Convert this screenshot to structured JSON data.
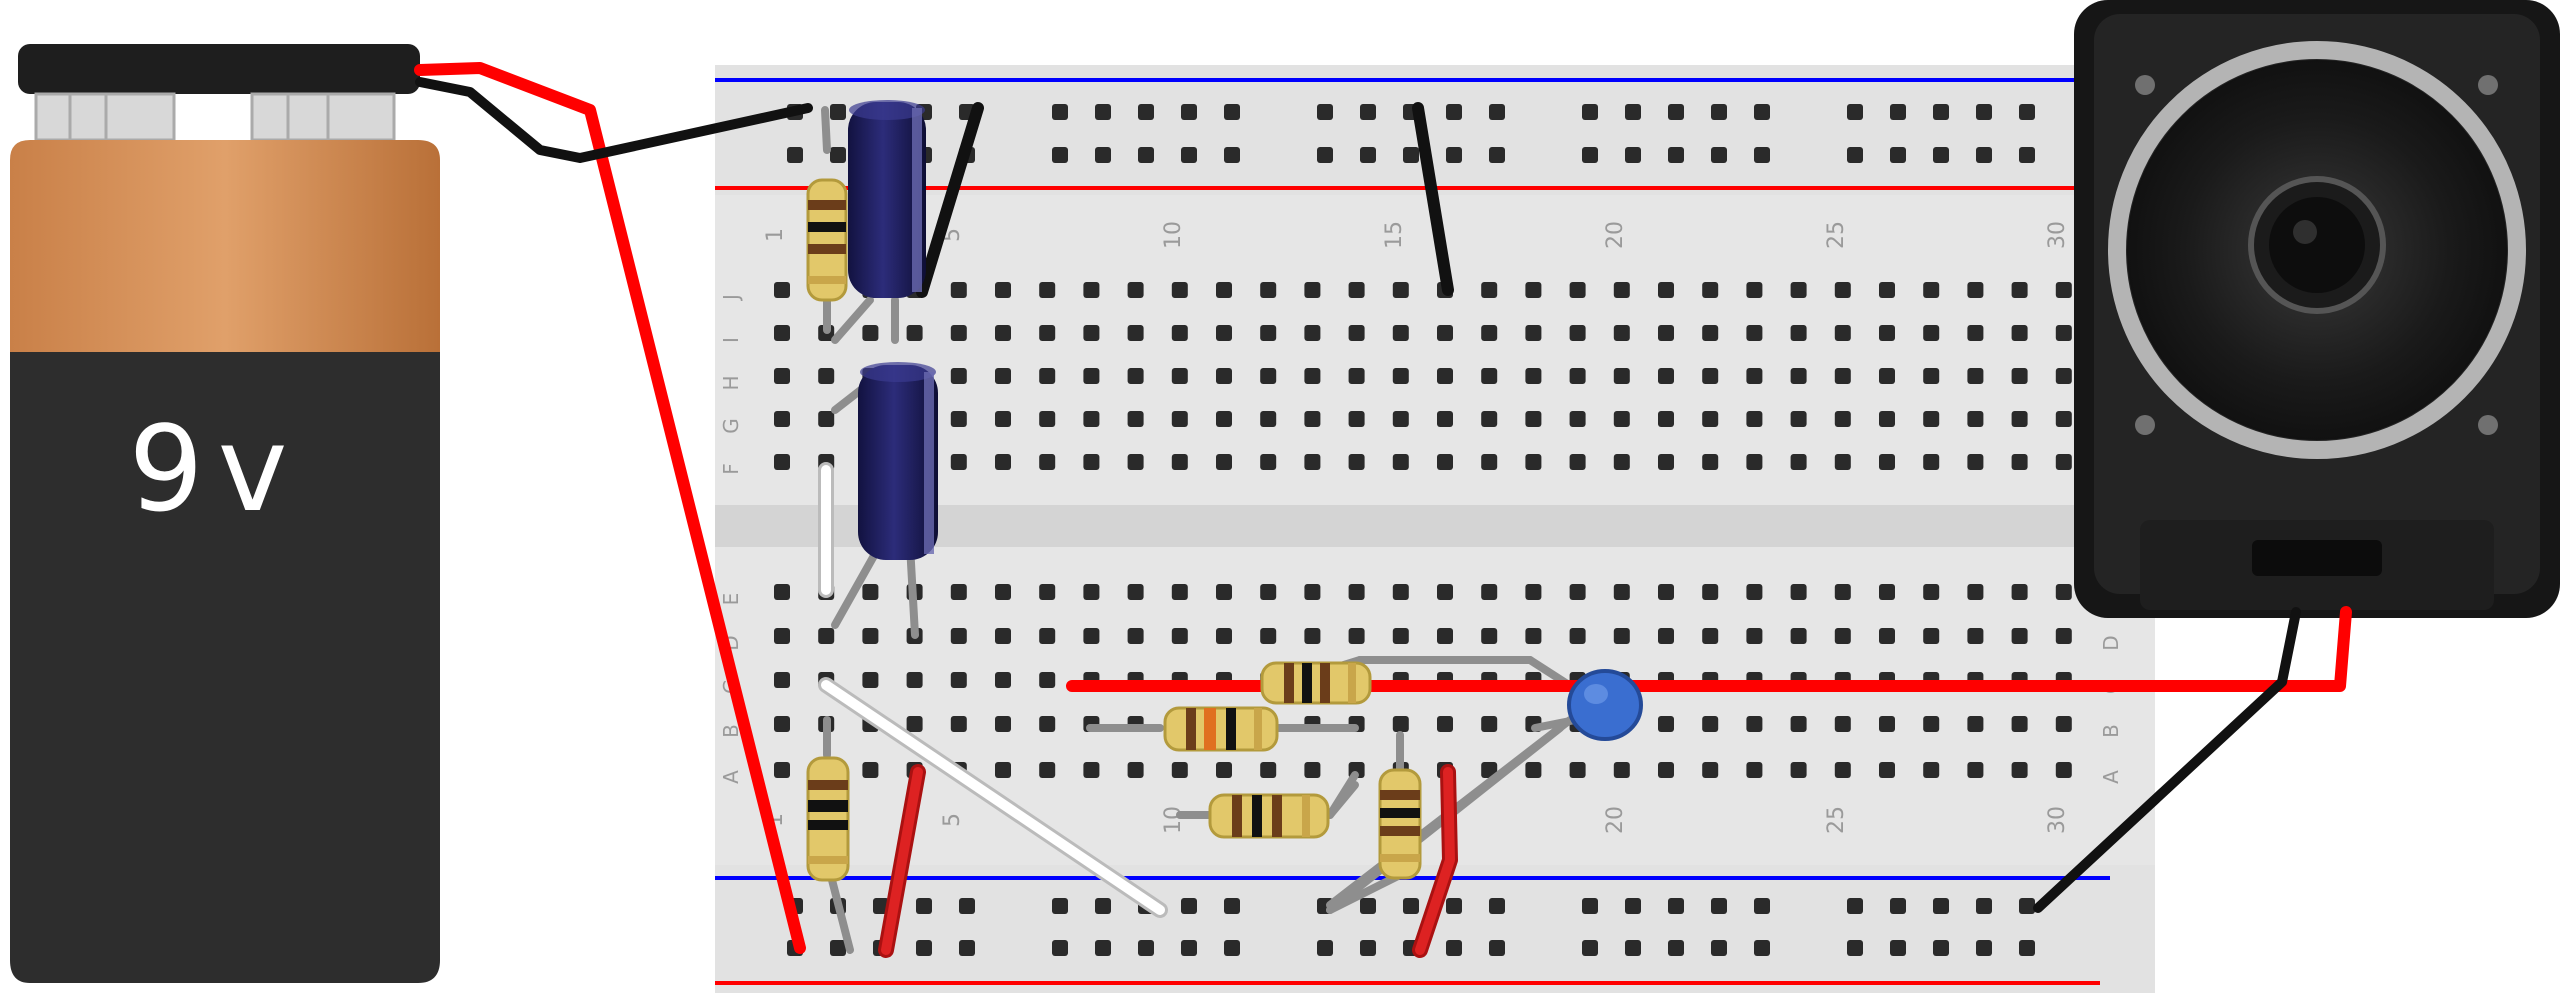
{
  "battery": {
    "label": "9v"
  },
  "breadboard": {
    "column_labels": [
      "1",
      "5",
      "10",
      "15",
      "20",
      "25",
      "30"
    ],
    "row_labels_top": [
      "J",
      "I",
      "H",
      "G",
      "F"
    ],
    "row_labels_bottom": [
      "E",
      "D",
      "C",
      "B",
      "A"
    ]
  },
  "colors": {
    "wire_red": "#ff0000",
    "wire_black": "#111111",
    "rail_blue": "#0000ff",
    "rail_red": "#ff0000",
    "battery_copper": "#d08a55",
    "battery_body": "#2d2d2d",
    "capacitor_ceramic": "#3a6ed0",
    "capacitor_electrolytic": "#20205a"
  }
}
